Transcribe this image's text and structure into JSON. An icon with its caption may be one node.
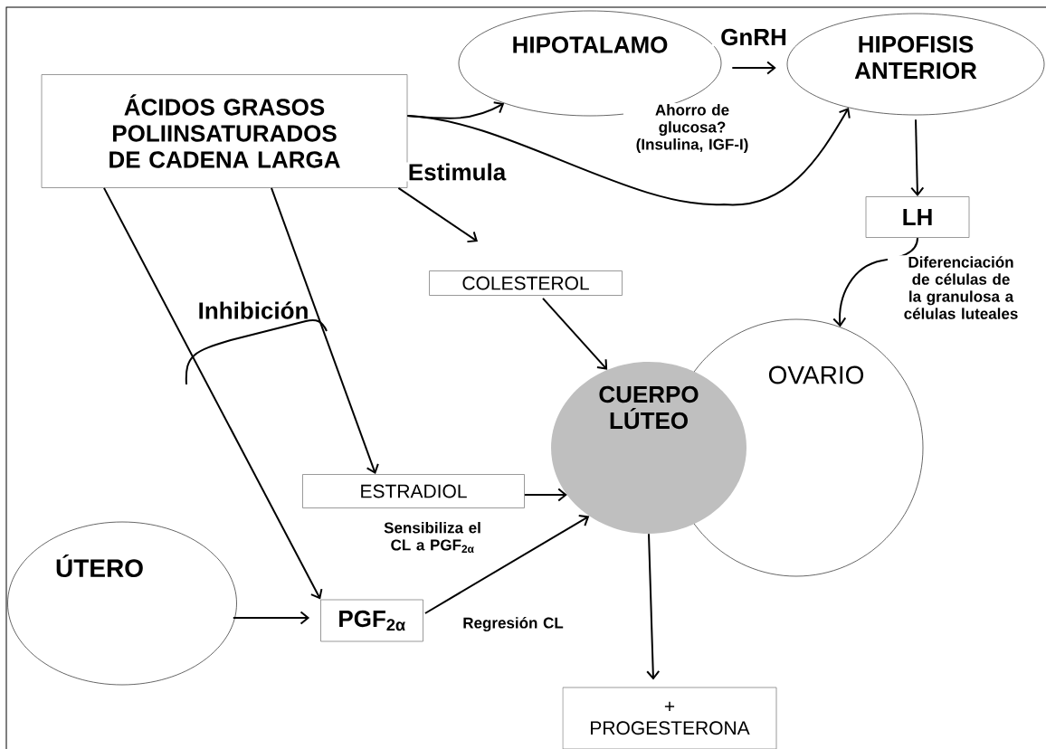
{
  "diagram": {
    "nodes": [
      {
        "text": [
          "ÁCIDOS GRASOS POLIINSATURADOS DE CADENA LARGA"
        ]
      },
      {
        "text": [
          "HIPOTALAMO"
        ]
      },
      {
        "text": [
          "HIPOFISIS ANTERIOR"
        ]
      },
      {
        "text": [
          "LH"
        ]
      },
      {
        "text": [
          "COLESTEROL"
        ]
      },
      {
        "text": [
          "OVARIO"
        ]
      },
      {
        "text": [
          "CUERPO LÚTEO"
        ]
      },
      {
        "text": [
          "ESTRADIOL"
        ],
        "beside": [
          "Sensibiliza el CL a PGF$_{2α}$"
        ]
      },
      {
        "text": [
          "ÚTERO"
        ]
      },
      {
        "text": [
          "PGF$_{2α}$"
        ]
      },
      {
        "text": [
          "+ PROGESTERONA"
        ]
      }
    ],
    "edges": [
      {
        "from": 0,
        "to": 1,
        "arrow": "to"
      },
      {
        "from": 0,
        "to": 2,
        "arrow": "to",
        "label": "Ahorro de glucosa? (Insulina, IGF-I)"
      },
      {
        "from": 1,
        "to": 2,
        "arrow": "to",
        "label": "GnRH"
      },
      {
        "from": 0,
        "to": 4,
        "arrow": "to",
        "label": "Estimula"
      },
      {
        "from": 0,
        "to": 7,
        "arrow": "to"
      },
      {
        "from": 0,
        "to": 9,
        "arrow": "to"
      },
      {
        "from": 2,
        "to": 3,
        "arrow": "to"
      },
      {
        "from": 3,
        "to": 5,
        "arrow": "to",
        "label": "Diferenciación de células de la granulosa a células luteales"
      },
      {
        "from": 4,
        "to": 6,
        "arrow": "to"
      },
      {
        "from": 7,
        "to": 6,
        "arrow": "to"
      },
      {
        "from": 8,
        "to": 9,
        "arrow": "to"
      },
      {
        "from": 9,
        "to": 6,
        "arrow": "to",
        "label": "Regresión CL"
      },
      {
        "from": 6,
        "to": 10,
        "arrow": "to"
      }
    ],
    "labels": [
      "Inhibición"
    ]
  }
}
